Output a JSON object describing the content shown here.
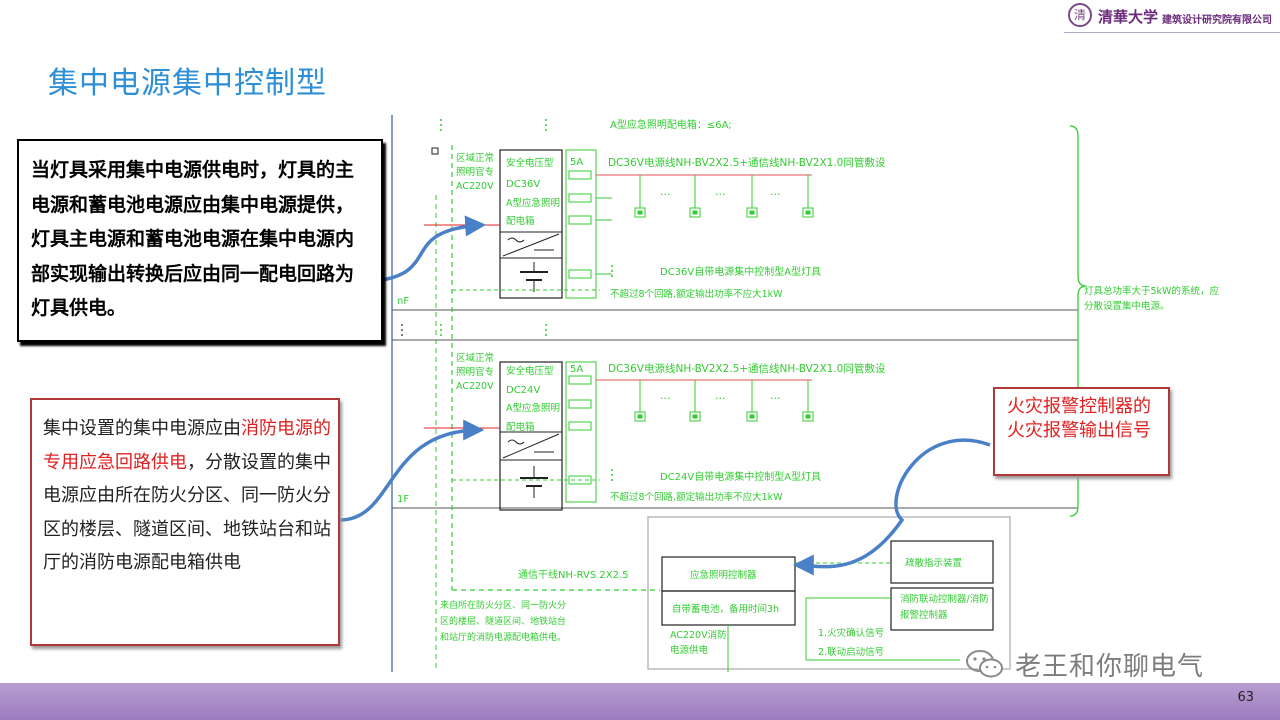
{
  "title": "集中电源集中控制型",
  "logo": {
    "seal": "清",
    "name": "清華大学",
    "institute": "建筑设计研究院有限公司"
  },
  "note1": "当灯具采用集中电源供电时，灯具的主电源和蓄电池电源应由集中电源提供，灯具主电源和蓄电池电源在集中电源内部实现输出转换后应由同一配电回路为灯具供电。",
  "note2": {
    "p1": "集中设置的集中电源应由",
    "red": "消防电源的专用应急回路供电",
    "p2": "，分散设置的集中电源应由所在防火分区、同一防火分区的楼层、隧道区间、地铁站台和站厅的消防电源配电箱供电"
  },
  "note3": "火灾报警控制器的火灾报警输出信号",
  "diagram": {
    "top_note": "A型应急照明配电箱：≤6A;",
    "zone_label": "区域正常照明官专AC220V",
    "upper": {
      "box_lines": [
        "安全电压型",
        "DC36V",
        "A型应急照明",
        "配电箱"
      ],
      "current": "5A",
      "cable": "DC36V电源线NH-BV2X2.5+通信线NH-BV2X1.0同管敷设",
      "note1": "DC36V自带电源集中控制型A型灯具",
      "note2": "不超过8个回路,额定输出功率不应大1kW",
      "floor": "nF"
    },
    "lower": {
      "box_lines": [
        "安全电压型",
        "DC24V",
        "A型应急照明",
        "配电箱"
      ],
      "current": "5A",
      "cable": "DC36V电源线NH-BV2X2.5+通信线NH-BV2X1.0同管敷设",
      "note1": "DC24V自带电源集中控制型A型灯具",
      "note2": "不超过8个回路,额定输出功率不应大1kW",
      "floor": "1F"
    },
    "right_note": "灯具总功率大于5kW的系统，应分散设置集中电源。",
    "trunk": "通信干线NH-RVS   2X2.5",
    "controller": "应急照明控制器",
    "battery": "自带蓄电池，备用时间3h",
    "ac_label": "AC220V消防电源供电",
    "evac_display": "疏散指示装置",
    "linkage": "消防联动控制器/消防报警控制器",
    "signals": [
      "1.火灾确认信号",
      "2.联动启动信号"
    ],
    "bottom_note": "来自所在防火分区、同一防火分区的楼层、隧道区间、地铁站台和站厅的消防电源配电箱供电。"
  },
  "watermark": "老王和你聊电气",
  "page_number": "63"
}
